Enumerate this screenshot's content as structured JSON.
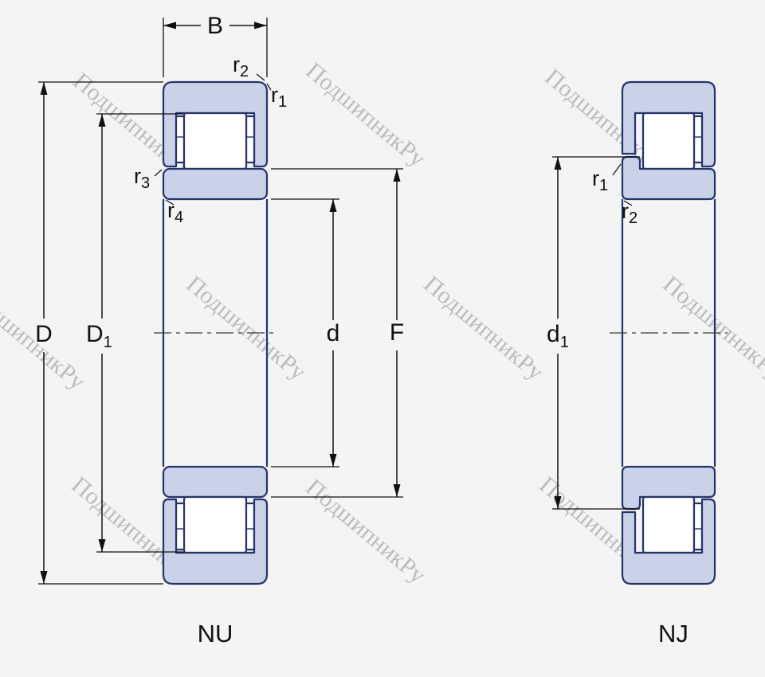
{
  "watermark": {
    "text": "ПодшипникРу"
  },
  "colors": {
    "background": "#f4f4f4",
    "ring_fill": "#c9d2e9",
    "ring_stroke": "#26346b",
    "dim_color": "#111111",
    "watermark_color": "#8f8f8f"
  },
  "labels": {
    "B": {
      "main": "B",
      "sub": ""
    },
    "D": {
      "main": "D",
      "sub": ""
    },
    "D1": {
      "main": "D",
      "sub": "1"
    },
    "d": {
      "main": "d",
      "sub": ""
    },
    "F": {
      "main": "F",
      "sub": ""
    },
    "d1": {
      "main": "d",
      "sub": "1"
    },
    "r1": {
      "main": "r",
      "sub": "1"
    },
    "r2": {
      "main": "r",
      "sub": "2"
    },
    "r3": {
      "main": "r",
      "sub": "3"
    },
    "r4": {
      "main": "r",
      "sub": "4"
    }
  },
  "captions": {
    "left": "NU",
    "right": "NJ"
  }
}
